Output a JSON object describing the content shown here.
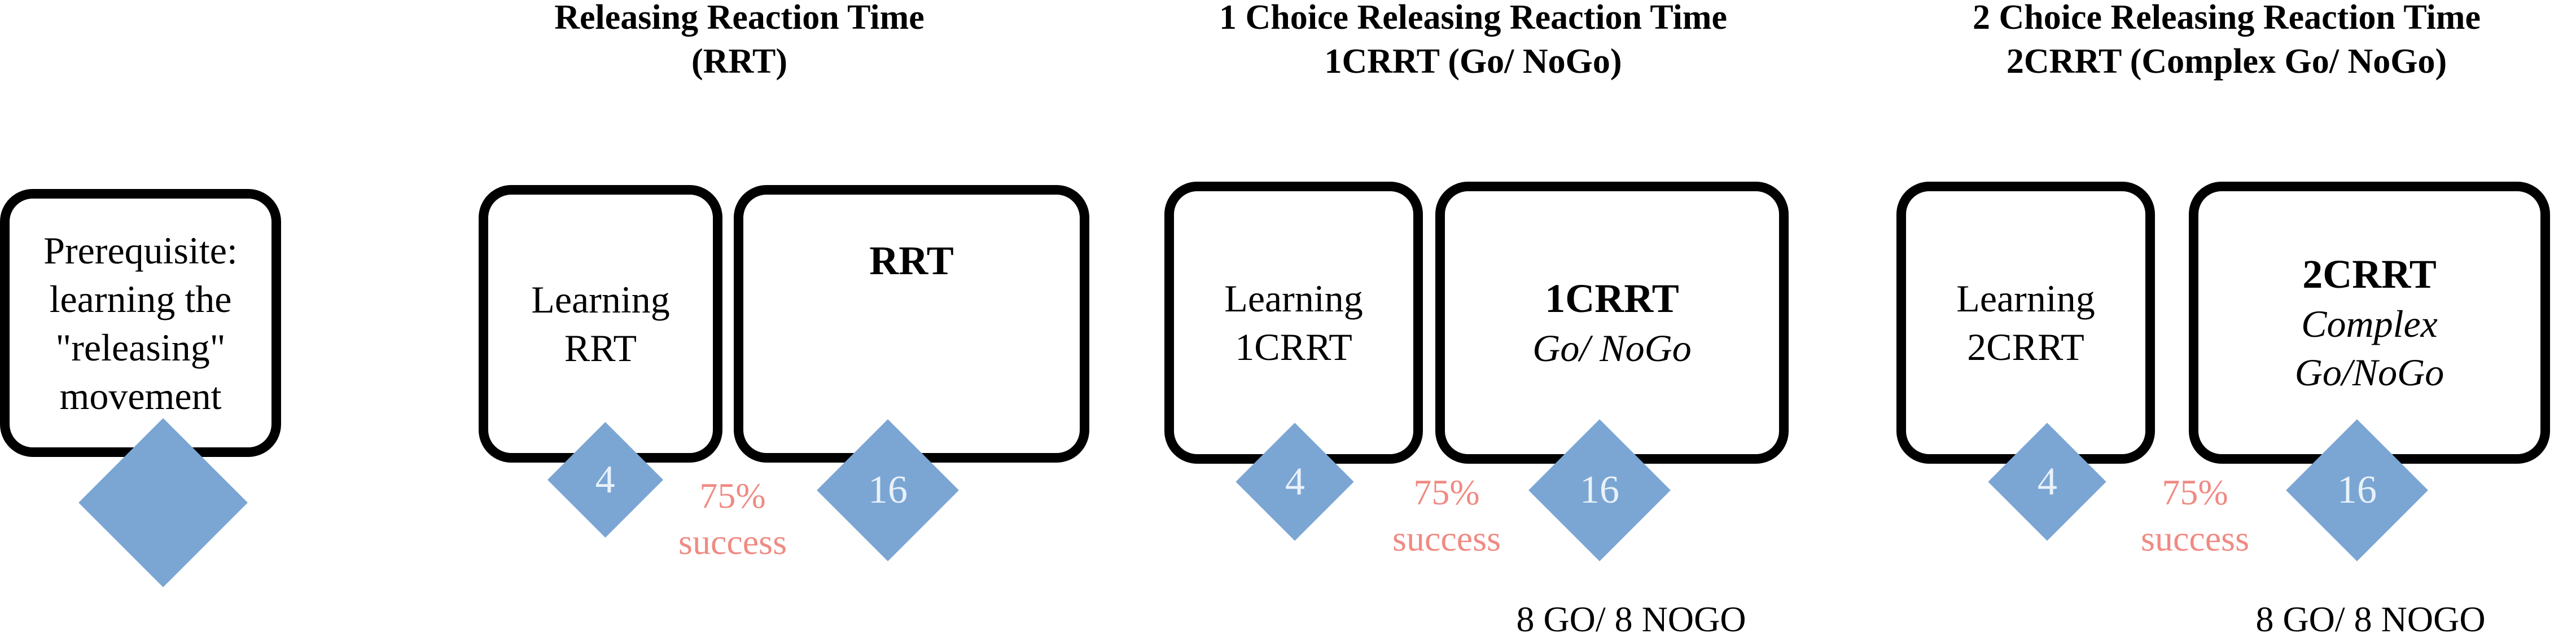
{
  "prerequisite": {
    "lines": [
      "Prerequisite:",
      "learning the",
      "\"releasing\"",
      "movement"
    ]
  },
  "rrt": {
    "title_lines": [
      "Releasing Reaction Time",
      "(RRT)"
    ],
    "learning_lines": [
      "Learning",
      "RRT"
    ],
    "main_label": "RRT",
    "learning_sessions": "4",
    "main_sessions": "16",
    "success_lines": [
      "75%",
      "success"
    ]
  },
  "crrt1": {
    "title_lines": [
      "1 Choice Releasing Reaction Time",
      "1CRRT (Go/ NoGo)"
    ],
    "learning_lines": [
      "Learning",
      "1CRRT"
    ],
    "main_label": "1CRRT",
    "main_sublabel": "Go/ NoGo",
    "learning_sessions": "4",
    "main_sessions": "16",
    "success_lines": [
      "75%",
      "success"
    ],
    "go_nogo": "8 GO/ 8 NOGO"
  },
  "crrt2": {
    "title_lines": [
      "2 Choice Releasing Reaction Time",
      "2CRRT (Complex Go/ NoGo)"
    ],
    "learning_lines": [
      "Learning",
      "2CRRT"
    ],
    "main_label": "2CRRT",
    "main_sublabel_lines": [
      "Complex",
      "Go/NoGo"
    ],
    "learning_sessions": "4",
    "main_sessions": "16",
    "success_lines": [
      "75%",
      "success"
    ],
    "go_nogo": "8 GO/ 8 NOGO"
  },
  "colors": {
    "diamond": "#7ba6d3",
    "success_text": "#f08a83",
    "box_border": "#000000"
  }
}
